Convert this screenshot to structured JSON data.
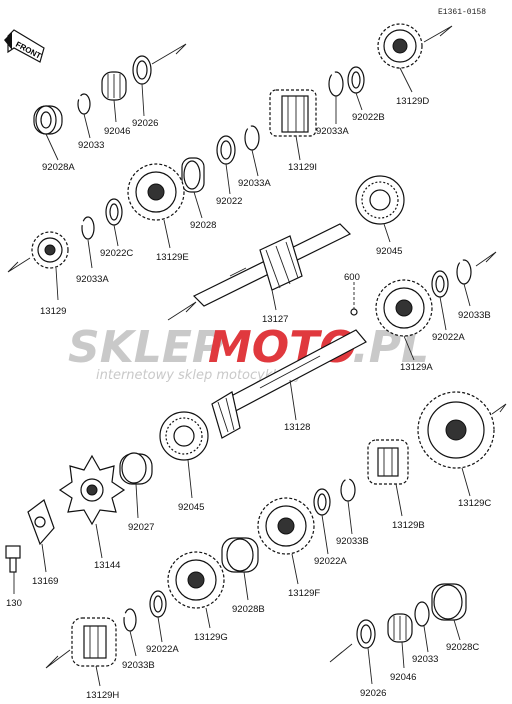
{
  "diagram_code": "E1361-0158",
  "front_label": "FRONT",
  "watermark": {
    "brand_part1": "SKLEP",
    "brand_part2": "MOTO",
    "brand_suffix": ".PL",
    "tagline": "internetowy sklep motocyklowy",
    "grey_color": "#c9c9c9",
    "red_color": "#e0393e"
  },
  "parts": [
    {
      "id": "p13129D",
      "label": "13129D"
    },
    {
      "id": "p92022B",
      "label": "92022B"
    },
    {
      "id": "p92033A_top",
      "label": "92033A"
    },
    {
      "id": "p13129I",
      "label": "13129I"
    },
    {
      "id": "p92026_top",
      "label": "92026"
    },
    {
      "id": "p92046_top",
      "label": "92046"
    },
    {
      "id": "p92033_top",
      "label": "92033"
    },
    {
      "id": "p92028A",
      "label": "92028A"
    },
    {
      "id": "p92033A_mid",
      "label": "92033A"
    },
    {
      "id": "p92022",
      "label": "92022"
    },
    {
      "id": "p92028",
      "label": "92028"
    },
    {
      "id": "p13129E",
      "label": "13129E"
    },
    {
      "id": "p92022C",
      "label": "92022C"
    },
    {
      "id": "p92033A_left",
      "label": "92033A"
    },
    {
      "id": "p13129",
      "label": "13129"
    },
    {
      "id": "p92045_top",
      "label": "92045"
    },
    {
      "id": "p13127",
      "label": "13127"
    },
    {
      "id": "p600",
      "label": "600"
    },
    {
      "id": "p92033B_r",
      "label": "92033B"
    },
    {
      "id": "p92022A_r",
      "label": "92022A"
    },
    {
      "id": "p13129A",
      "label": "13129A"
    },
    {
      "id": "p13128",
      "label": "13128"
    },
    {
      "id": "p92045_low",
      "label": "92045"
    },
    {
      "id": "p92027",
      "label": "92027"
    },
    {
      "id": "p13144",
      "label": "13144"
    },
    {
      "id": "p13169",
      "label": "13169"
    },
    {
      "id": "p130",
      "label": "130"
    },
    {
      "id": "p13129C",
      "label": "13129C"
    },
    {
      "id": "p13129B",
      "label": "13129B"
    },
    {
      "id": "p92033B_m",
      "label": "92033B"
    },
    {
      "id": "p92022A_m",
      "label": "92022A"
    },
    {
      "id": "p13129F",
      "label": "13129F"
    },
    {
      "id": "p92028B",
      "label": "92028B"
    },
    {
      "id": "p13129G",
      "label": "13129G"
    },
    {
      "id": "p92022A_b",
      "label": "92022A"
    },
    {
      "id": "p92033B_b",
      "label": "92033B"
    },
    {
      "id": "p13129H",
      "label": "13129H"
    },
    {
      "id": "p92028C",
      "label": "92028C"
    },
    {
      "id": "p92033_b",
      "label": "92033"
    },
    {
      "id": "p92046_b",
      "label": "92046"
    },
    {
      "id": "p92026_b",
      "label": "92026"
    }
  ]
}
